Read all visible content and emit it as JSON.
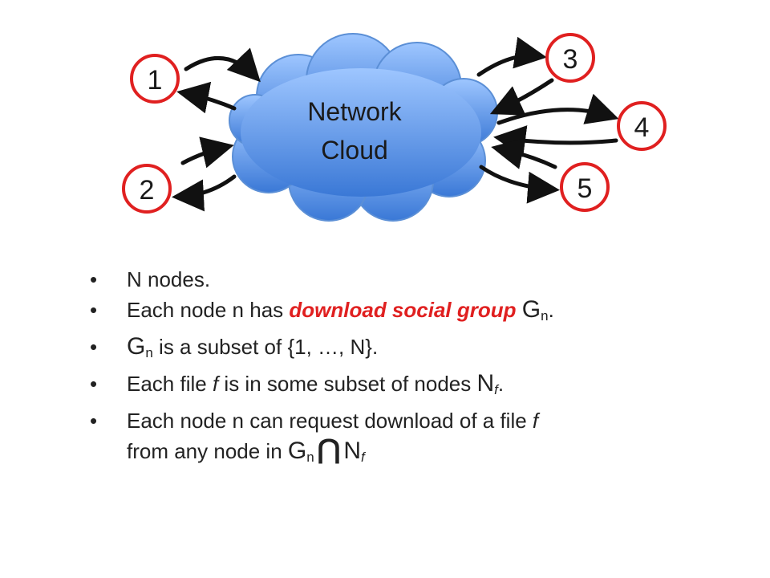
{
  "cloud": {
    "label_line1": "Network",
    "label_line2": "Cloud"
  },
  "nodes": [
    {
      "id": "1",
      "label": "1"
    },
    {
      "id": "2",
      "label": "2"
    },
    {
      "id": "3",
      "label": "3"
    },
    {
      "id": "4",
      "label": "4"
    },
    {
      "id": "5",
      "label": "5"
    }
  ],
  "colors": {
    "node_border": "#e02020",
    "cloud_top": "#9ec6ff",
    "cloud_bottom": "#3a78d6",
    "highlight": "#e02020",
    "arrow": "#111111"
  },
  "bullets": {
    "b1": "N nodes.",
    "b2_pre": "Each node n has ",
    "b2_hl": "download social group",
    "b2_G": "G",
    "b2_sub": "n",
    "b2_end": ".",
    "b3_G": "G",
    "b3_sub": "n",
    "b3_rest": " is a subset of {1, …, N}.",
    "b4_pre": "Each file ",
    "b4_f": "f",
    "b4_mid": " is in some subset of nodes ",
    "b4_N": "N",
    "b4_sub": "f",
    "b4_end": ".",
    "b5_pre": "Each node n can request download of a file ",
    "b5_f": "f",
    "b5_line2": "from any node in ",
    "b5_G": "G",
    "b5_Gsub": "n",
    "b5_cap": "⋂",
    "b5_N": "N",
    "b5_Nsub": "f"
  }
}
